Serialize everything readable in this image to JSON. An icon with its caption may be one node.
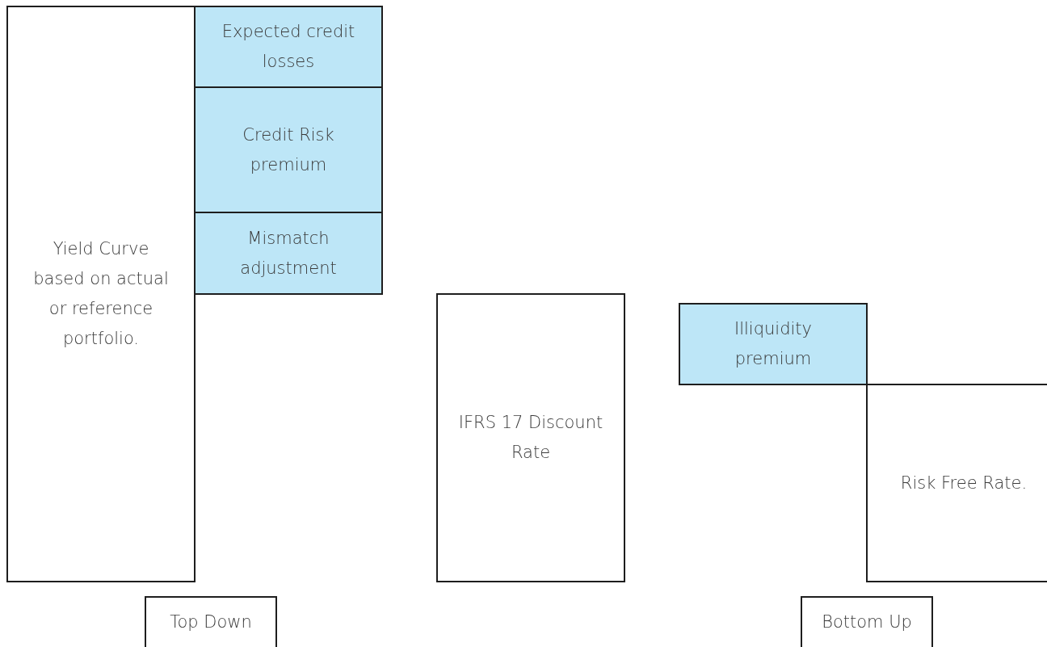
{
  "diagram": {
    "nodes": [
      {
        "text": [
          "Yield Curve based on actual or reference portfolio."
        ]
      },
      {
        "text": [
          "Expected credit losses"
        ]
      },
      {
        "text": [
          "Credit Risk premium"
        ]
      },
      {
        "text": [
          "Mismatch adjustment"
        ]
      },
      {
        "text": [
          "IFRS 17 Discount Rate"
        ]
      },
      {
        "text": [
          "Illiquidity premium"
        ]
      },
      {
        "text": [
          "Risk Free Rate."
        ]
      },
      {
        "text": [
          "Top Down"
        ]
      },
      {
        "text": [
          "Bottom Up"
        ]
      }
    ]
  }
}
